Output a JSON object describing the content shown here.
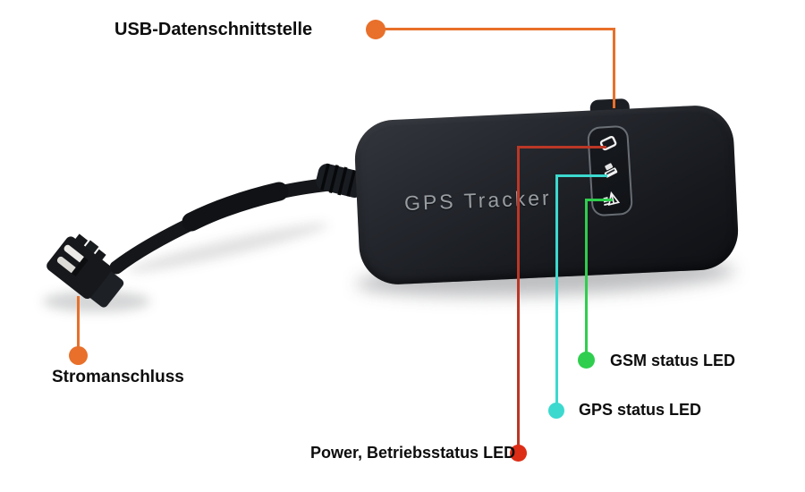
{
  "device": {
    "label": "GPS Tracker",
    "panel_icons": [
      "usb-port-icon",
      "gsm-module-icon",
      "antenna-icon"
    ]
  },
  "callouts": {
    "usb": {
      "label": "USB-Datenschnittstelle",
      "color": "#E8702A"
    },
    "power_connector": {
      "label": "Stromanschluss",
      "color": "#E8702A"
    },
    "gsm_led": {
      "label": "GSM status LED",
      "color": "#2FCE4E"
    },
    "gps_led": {
      "label": "GPS status LED",
      "color": "#3CD9CF"
    },
    "power_led": {
      "label": "Power, Betriebsstatus LED",
      "color": "#BB3726"
    }
  }
}
